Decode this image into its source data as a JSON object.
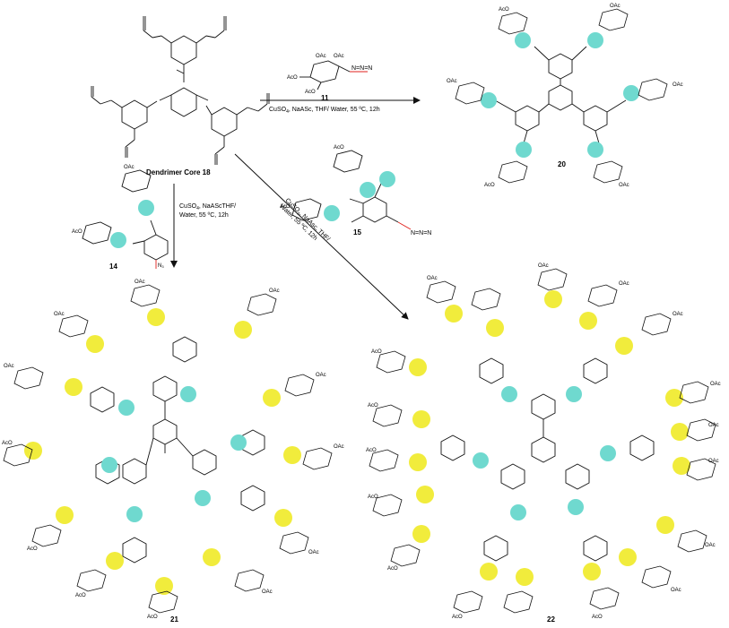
{
  "colors": {
    "bond": "#111111",
    "azide_red": "#e0211c",
    "triazole_cyan": "#6fd9cf",
    "triazole_yellow": "#f1ec3c"
  },
  "compounds": {
    "core": {
      "label": "Dendrimer Core 18"
    },
    "c11": {
      "label": "11"
    },
    "c20": {
      "label": "20"
    },
    "c15": {
      "label": "15"
    },
    "c14": {
      "label": "14"
    },
    "c21": {
      "label": "21"
    },
    "c22": {
      "label": "22"
    }
  },
  "reactions": {
    "to20": {
      "line1": "CuSO",
      "sub": "4",
      "line2": ", NaASc, THF/ Water, 55 ºC, 12h"
    },
    "to21": {
      "line1a": "CuSO",
      "sub": "4",
      "line1b": ", NaAScTHF/",
      "line2": "Water, 55 ºC, 12h"
    },
    "to22": {
      "line1a": "CuSO",
      "sub": "4",
      "line1b": ", NaAsc, THF/",
      "line2": "Water, 55 ºC, 12h"
    }
  },
  "labels": {
    "oac": "OAc",
    "aco": "AcO",
    "azide": "N",
    "azide_sub": "3",
    "o": "O"
  }
}
